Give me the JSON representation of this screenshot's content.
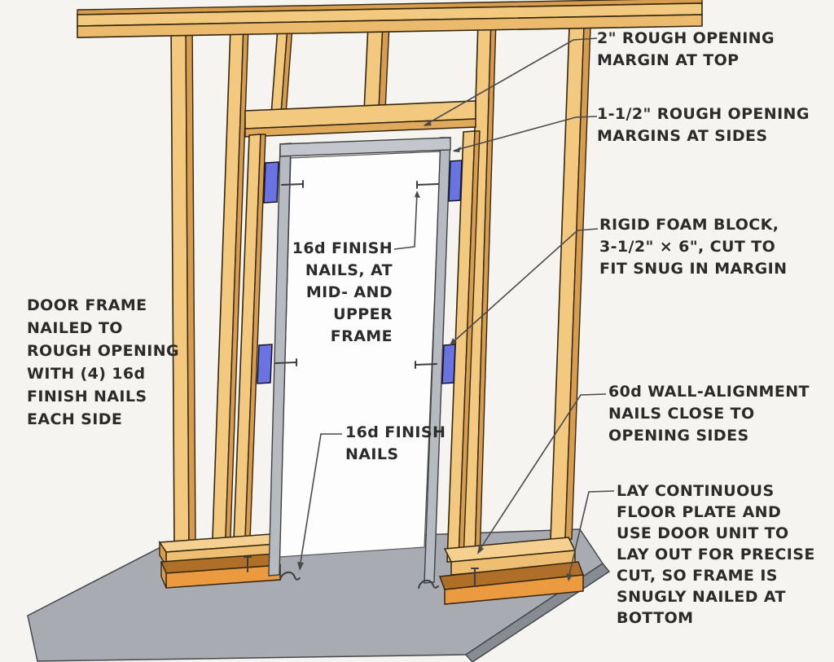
{
  "palette": {
    "background": "#f6f4f0",
    "wood_face": "#f2c97f",
    "wood_shade": "#d89c4e",
    "plate_orange": "#ec9a40",
    "plate_brown": "#b06f28",
    "slab_top": "#a8acb2",
    "slab_side": "#878c93",
    "foam": "#6a73e2",
    "jamb_gray": "#b6bac1",
    "door_white": "#fdfdfd",
    "leader_line": "#4a4a4a",
    "text": "#2b2b2b"
  },
  "annotations": {
    "top_margin": {
      "text": "2\" ROUGH OPENING\nMARGIN AT TOP"
    },
    "side_margins": {
      "text": "1-1/2\" ROUGH OPENING\nMARGINS AT SIDES"
    },
    "foam_block": {
      "text": "RIGID FOAM BLOCK,\n3-1/2\" × 6\", CUT TO\nFIT SNUG IN MARGIN"
    },
    "nails_mid_upper": {
      "text": "16d FINISH\nNAILS, AT\nMID- AND\nUPPER\nFRAME"
    },
    "door_frame_nailing": {
      "text": "DOOR FRAME\nNAILED TO\nROUGH OPENING\nWITH (4) 16d\nFINISH NAILS\nEACH SIDE"
    },
    "nails_bottom": {
      "text": "16d FINISH\nNAILS"
    },
    "alignment_nails": {
      "text": "60d WALL-ALIGNMENT\nNAILS CLOSE TO\nOPENING SIDES"
    },
    "floor_plate": {
      "text": "LAY CONTINUOUS\nFLOOR PLATE AND\nUSE DOOR UNIT TO\nLAY OUT FOR PRECISE\nCUT, SO FRAME IS\nSNUGLY NAILED AT\nBOTTOM"
    }
  }
}
